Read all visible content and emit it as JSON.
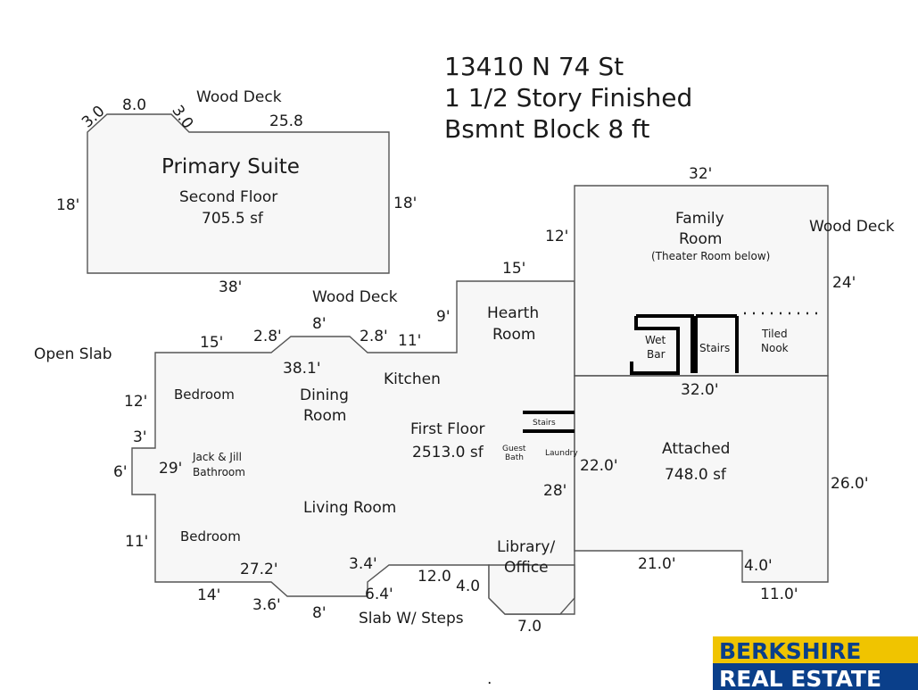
{
  "title": {
    "address": "13410 N 74 St",
    "style": "1 1/2 Story Finished",
    "basement": "Bsmnt Block 8 ft"
  },
  "second_floor": {
    "room": "Primary Suite",
    "level": "Second Floor",
    "area": "705.5 sf",
    "dims": {
      "top_left_angle": "3.0",
      "top_mid": "8.0",
      "top_right_angle": "3.0",
      "top_right": "25.8",
      "left": "18'",
      "right": "18'",
      "bottom": "38'"
    },
    "deck_label": "Wood Deck"
  },
  "first_floor": {
    "level": "First Floor",
    "area": "2513.0 sf",
    "rooms": {
      "hearth": "Hearth Room",
      "kitchen": "Kitchen",
      "dining": "Dining Room",
      "bedroom1": "Bedroom",
      "bedroom2": "Bedroom",
      "jack_jill": "Jack & Jill Bathroom",
      "living": "Living Room",
      "library": "Library/ Office",
      "stairs": "Stairs",
      "guest_bath": "Guest Bath",
      "laundry": "Laundry"
    },
    "dims": {
      "hearth_top": "15'",
      "hearth_left": "9'",
      "upper_left": "15'",
      "bay_left": "2.8'",
      "bay_top": "8'",
      "bay_right": "2.8'",
      "bay_right_run": "11'",
      "bay_depth": "38.1'",
      "left_top": "12'",
      "left_mid": "29'",
      "left_bottom": "11'",
      "jut_top": "3'",
      "jut_side": "6'",
      "bot_left": "14'",
      "bot_bay_left": "3.6'",
      "bot_bay": "8'",
      "bot_bay_right": "6.4'",
      "bot_run": "27.2'",
      "bot_step": "3.4'",
      "bot_12": "12.0",
      "bot_4": "4.0",
      "bot_7": "7.0",
      "right_28": "28'"
    },
    "wood_deck_label": "Wood Deck",
    "open_slab_label": "Open Slab",
    "slab_steps_label": "Slab W/ Steps"
  },
  "family_room": {
    "room": "Family Room",
    "note": "(Theater Room below)",
    "wet_bar": "Wet Bar",
    "stairs": "Stairs",
    "tiled_nook": "Tiled Nook",
    "dims": {
      "top": "32'",
      "left": "12'",
      "right": "24'",
      "bottom": "32.0'"
    },
    "deck_label": "Wood Deck"
  },
  "garage": {
    "room": "Attached",
    "area": "748.0 sf",
    "dims": {
      "left": "22.0'",
      "right": "26.0'",
      "bottom": "21.0'",
      "step": "4.0'",
      "bottom_right": "11.0'"
    }
  },
  "logo": {
    "top": "BERKSHIRE",
    "bottom": "REAL ESTATE",
    "colors": {
      "top_bg": "#f0c400",
      "bottom_bg": "#0a3f8a",
      "top_text": "#0a3f8a",
      "bottom_text": "#ffffff"
    }
  },
  "footer_dot": "."
}
